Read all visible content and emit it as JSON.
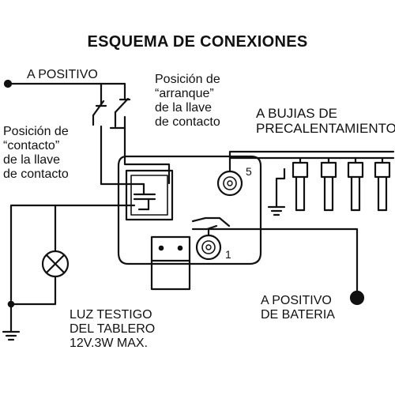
{
  "title": "ESQUEMA DE CONEXIONES",
  "labels": {
    "positivo_top": "A POSITIVO",
    "arranque": [
      "Posición de",
      "“arranque”",
      "de la llave",
      "de contacto"
    ],
    "contacto": [
      "Posición de",
      "“contacto”",
      "de la llave",
      "de contacto"
    ],
    "bujias": [
      "A BUJIAS DE",
      "PRECALENTAMIENTO"
    ],
    "positivo_bateria": [
      "A POSITIVO",
      "DE BATERIA"
    ],
    "luz_testigo": [
      "LUZ TESTIGO",
      "DEL TABLERO",
      "12V.3W MAX."
    ]
  },
  "terminals": {
    "t5": "5",
    "t1": "1"
  },
  "colors": {
    "line": "#111111",
    "background": "#ffffff"
  },
  "icons": [
    "ground-symbol",
    "lamp-symbol",
    "glow-plug",
    "terminal-screw",
    "switch-contact"
  ]
}
